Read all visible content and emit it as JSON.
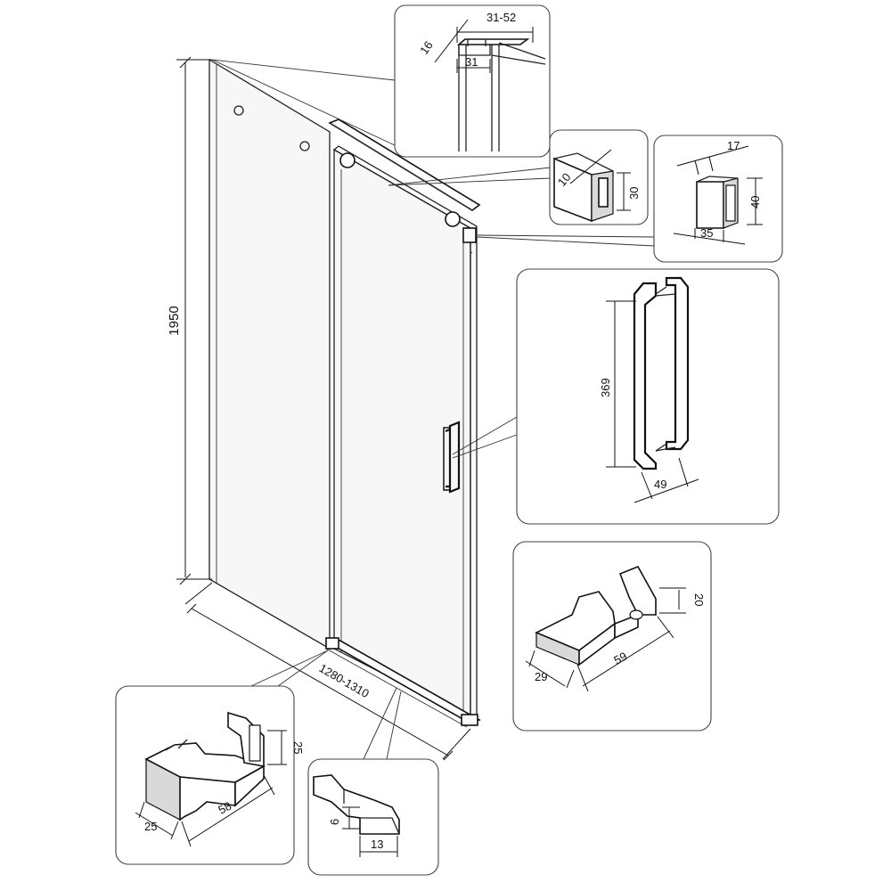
{
  "labels": {
    "height_total": "1950",
    "width_range": "1280-1310",
    "profile_width": "31-52",
    "profile_depth": "16",
    "profile_inner": "31",
    "rail_thickness": "10",
    "rail_height": "30",
    "bracket_depth": "17",
    "bracket_height": "40",
    "bracket_width": "35",
    "handle_length": "369",
    "handle_depth": "49",
    "guide_height": "20",
    "guide_length": "59",
    "guide_width": "29",
    "stopper_height": "25",
    "stopper_length": "58",
    "stopper_width": "25",
    "seal_height": "6",
    "seal_width": "13"
  }
}
